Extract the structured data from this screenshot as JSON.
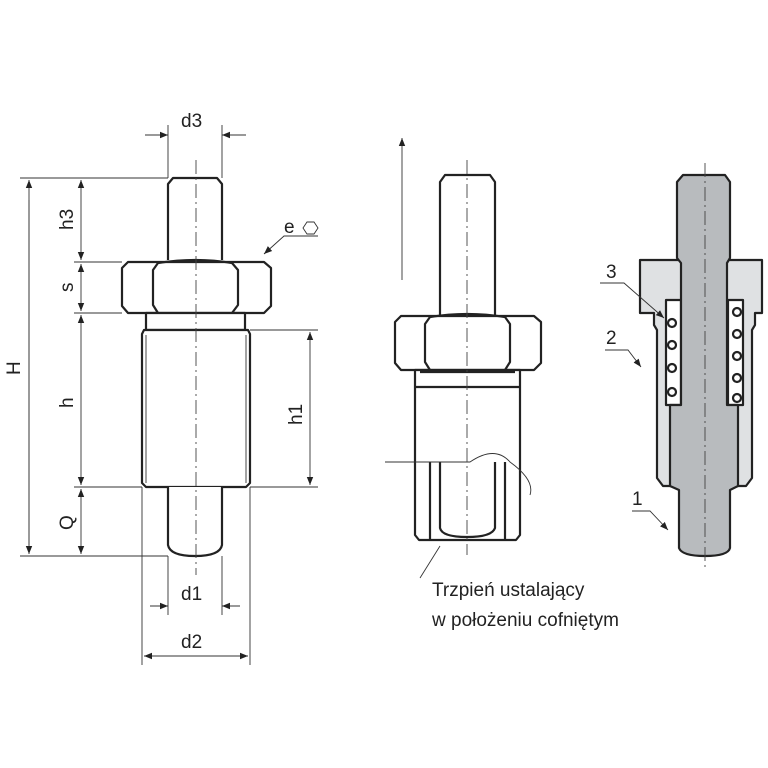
{
  "labels": {
    "d3": "d3",
    "e": "e",
    "h3": "h3",
    "s": "s",
    "H": "H",
    "h": "h",
    "h1": "h1",
    "Q": "Q",
    "d1": "d1",
    "d2": "d2",
    "part_1": "1",
    "part_2": "2",
    "part_3": "3"
  },
  "caption": {
    "line1": "Trzpień ustalający",
    "line2": "w położeniu cofniętym"
  },
  "colors": {
    "pin": "#b8bbbe",
    "body": "#dfe1e3",
    "line": "#222222"
  }
}
